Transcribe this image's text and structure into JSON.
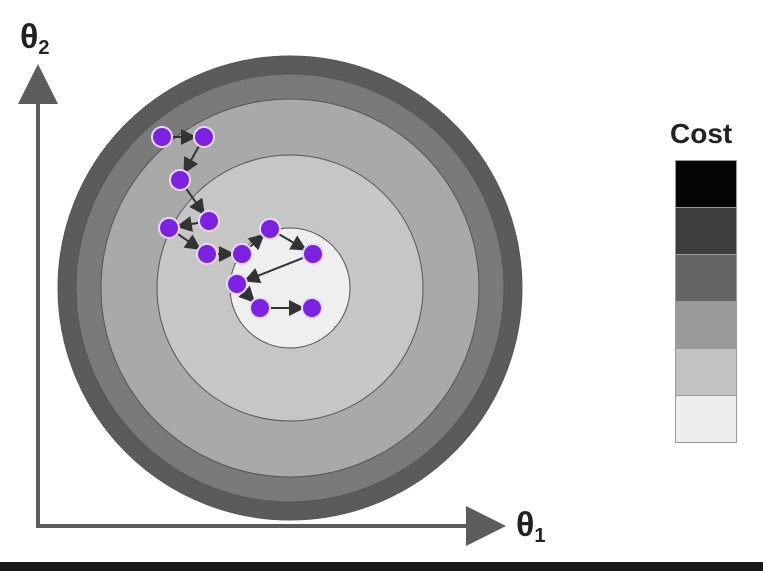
{
  "axes": {
    "y_symbol": "θ",
    "y_subscript": "2",
    "x_symbol": "θ",
    "x_subscript": "1"
  },
  "legend": {
    "title": "Cost",
    "levels": [
      "#050505",
      "#3d3d3d",
      "#646464",
      "#9a9a9a",
      "#c2c2c2",
      "#eeeeee"
    ]
  },
  "contour_colors": [
    "#5b5b5b",
    "#7a7a7a",
    "#a9a9a9",
    "#c6c6c6",
    "#efefef"
  ],
  "colors": {
    "point": "#7b22e0",
    "point_outline": "#e8d8ff",
    "arrow": "#333333",
    "axis": "#5c5c5c"
  },
  "path_points": [
    [
      -128,
      -151
    ],
    [
      -86,
      -151
    ],
    [
      -110,
      -108
    ],
    [
      -81,
      -67
    ],
    [
      -121,
      -60
    ],
    [
      -83,
      -34
    ],
    [
      -48,
      -34
    ],
    [
      -20,
      -59
    ],
    [
      23,
      -34
    ],
    [
      -53,
      -4
    ],
    [
      -30,
      20
    ],
    [
      22,
      20
    ]
  ]
}
